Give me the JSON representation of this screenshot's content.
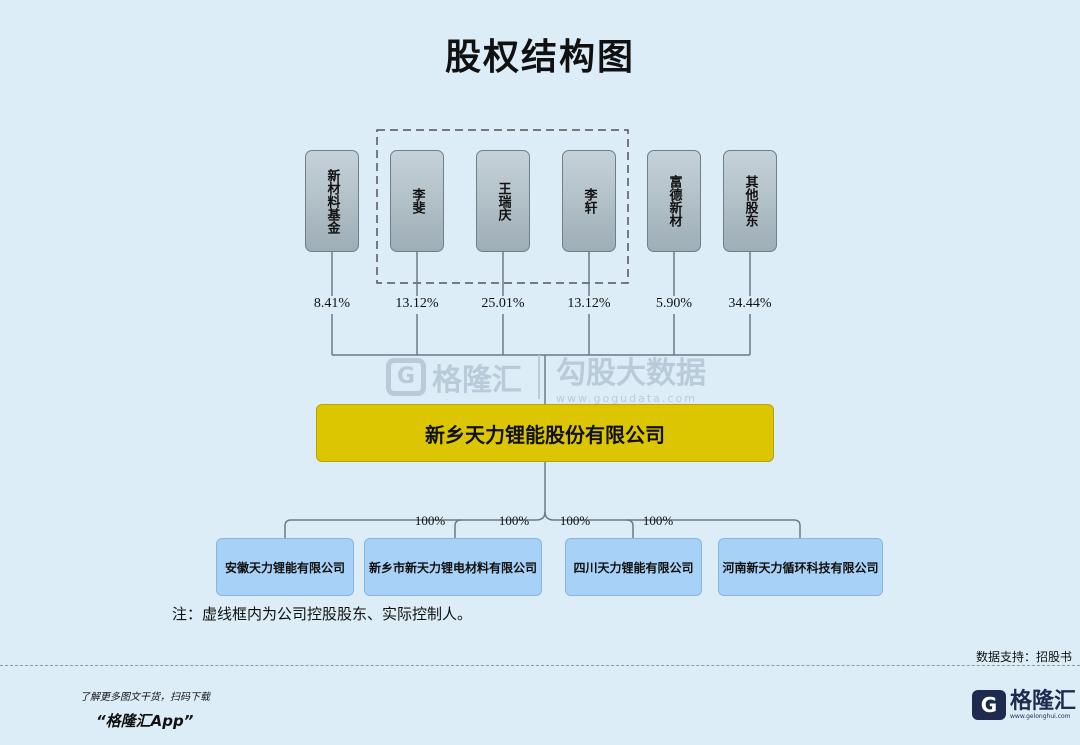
{
  "title": "股权结构图",
  "shareholders": [
    {
      "name": "新材料基金",
      "pct": "8.41%"
    },
    {
      "name": "李斐",
      "pct": "13.12%"
    },
    {
      "name": "王瑞庆",
      "pct": "25.01%"
    },
    {
      "name": "李轩",
      "pct": "13.12%"
    },
    {
      "name": "富德新材",
      "pct": "5.90%"
    },
    {
      "name": "其他股东",
      "pct": "34.44%"
    }
  ],
  "company": "新乡天力锂能股份有限公司",
  "subsidiaries": [
    {
      "name": "安徽天力锂能有限公司",
      "pct": "100%"
    },
    {
      "name": "新乡市新天力锂电材料有限公司",
      "pct": "100%"
    },
    {
      "name": "四川天力锂能有限公司",
      "pct": "100%"
    },
    {
      "name": "河南新天力循环科技有限公司",
      "pct": "100%"
    }
  ],
  "note": "注：虚线框内为公司控股股东、实际控制人。",
  "source": "数据支持：招股书",
  "watermark": {
    "logo_letter": "G",
    "brand": "格隆汇",
    "brand2": "勾股大数据",
    "url": "www.gogudata.com"
  },
  "footer": {
    "promo_line": "了解更多图文干货，扫码下载",
    "app_name": "“格隆汇App”",
    "logo_letter": "G",
    "logo_name": "格隆汇",
    "logo_url": "www.gelonghui.com"
  }
}
